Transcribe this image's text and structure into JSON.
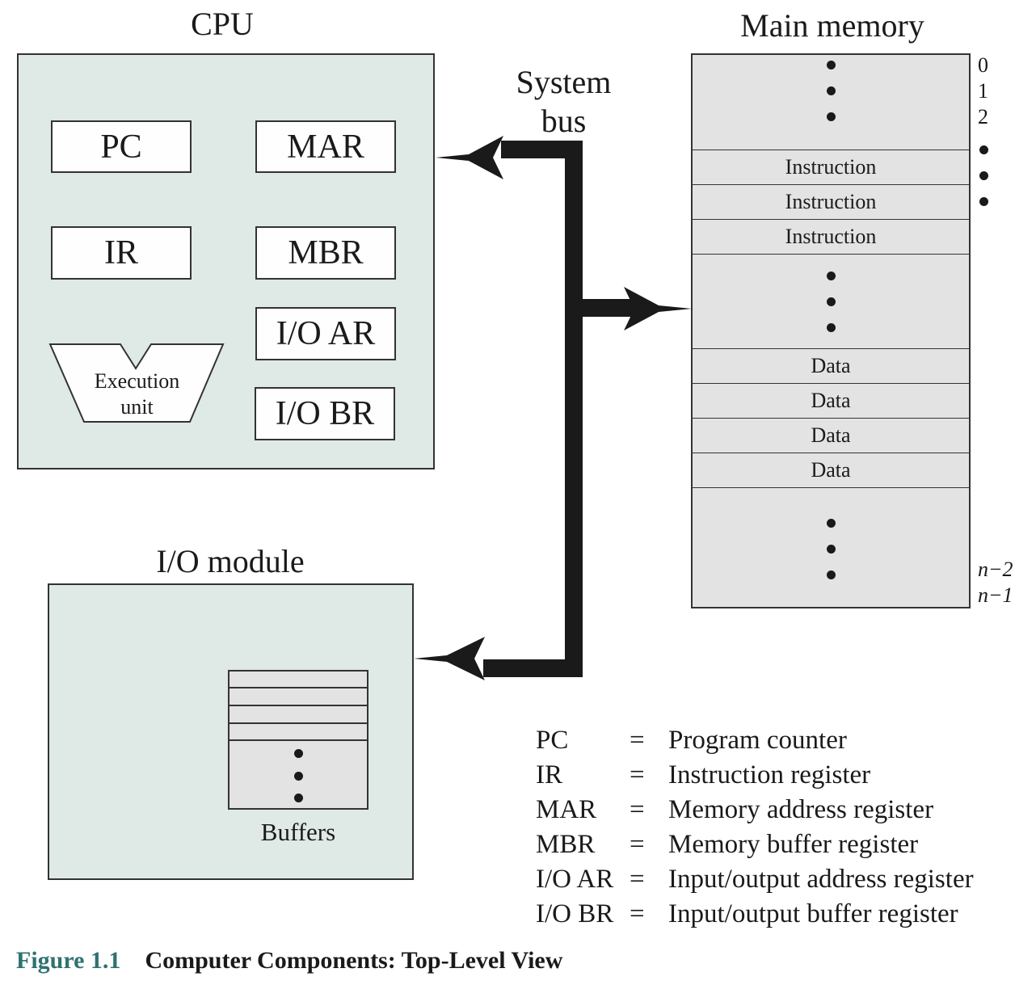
{
  "figure": {
    "number": "Figure 1.1",
    "title": "Computer Components: Top-Level View",
    "accent_color": "#2e7370"
  },
  "cpu": {
    "title": "CPU",
    "registers": [
      "PC",
      "MAR",
      "IR",
      "MBR",
      "I/O AR",
      "I/O BR"
    ],
    "execution_unit": [
      "Execution",
      "unit"
    ],
    "fill_color": "#dfe9e6"
  },
  "bus": {
    "label_line1": "System",
    "label_line2": "bus"
  },
  "memory": {
    "title": "Main memory",
    "cells": [
      "Instruction",
      "Instruction",
      "Instruction",
      "Data",
      "Data",
      "Data",
      "Data"
    ],
    "addresses_top": [
      "0",
      "1",
      "2"
    ],
    "addresses_bottom": [
      "n−2",
      "n−1"
    ],
    "fill_color": "#e3e3e3"
  },
  "io_module": {
    "title": "I/O module",
    "buffers_label": "Buffers"
  },
  "legend": [
    {
      "abbr": "PC",
      "eq": "=",
      "meaning": "Program counter"
    },
    {
      "abbr": "IR",
      "eq": "=",
      "meaning": "Instruction register"
    },
    {
      "abbr": "MAR",
      "eq": "=",
      "meaning": "Memory address register"
    },
    {
      "abbr": "MBR",
      "eq": "=",
      "meaning": "Memory buffer register"
    },
    {
      "abbr": "I/O AR",
      "eq": "=",
      "meaning": "Input/output address register"
    },
    {
      "abbr": "I/O BR",
      "eq": "=",
      "meaning": "Input/output buffer register"
    }
  ]
}
